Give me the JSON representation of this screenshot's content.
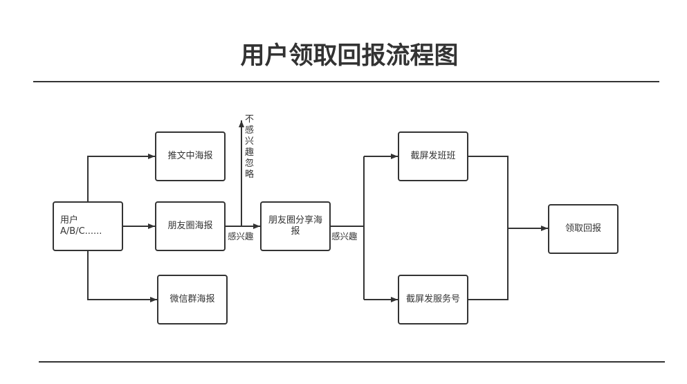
{
  "title": "用户领取回报流程图",
  "nodes": {
    "user": "用户 A/B/C......",
    "tweet_poster": "推文中海报",
    "moments_poster": "朋友圈海报",
    "wechat_group_poster": "微信群海报",
    "moments_share_poster": "朋友圈分享海报",
    "screenshot_banban": "截屏发班班",
    "screenshot_service": "截屏发服务号",
    "claim_reward": "领取回报"
  },
  "edge_labels": {
    "interested_1": "感兴趣",
    "not_interested": "不感兴趣忽略",
    "interested_2": "感兴趣"
  },
  "colors": {
    "line": "#333333",
    "border": "#333333"
  }
}
